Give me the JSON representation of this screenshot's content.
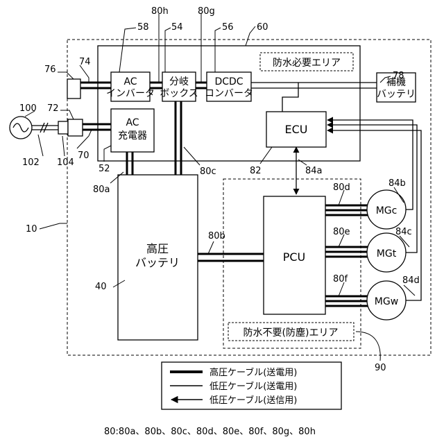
{
  "refs": {
    "r10": "10",
    "r40": "40",
    "r52": "52",
    "r54": "54",
    "r56": "56",
    "r58": "58",
    "r60": "60",
    "r70": "70",
    "r72": "72",
    "r74": "74",
    "r76": "76",
    "r78": "78",
    "r80a": "80a",
    "r80b": "80b",
    "r80c": "80c",
    "r80d": "80d",
    "r80e": "80e",
    "r80f": "80f",
    "r80g": "80g",
    "r80h": "80h",
    "r82": "82",
    "r84a": "84a",
    "r84b": "84b",
    "r84c": "84c",
    "r84d": "84d",
    "r90": "90",
    "r100": "100",
    "r102": "102",
    "r104": "104"
  },
  "boxes": {
    "ac_inverter": [
      "AC",
      "インバータ"
    ],
    "branch_box": [
      "分岐",
      "ボックス"
    ],
    "dcdc_converter": [
      "DCDC",
      "コンバータ"
    ],
    "aux_battery": [
      "補機",
      "バッテリ"
    ],
    "ac_charger": [
      "AC",
      "充電器"
    ],
    "ecu": "ECU",
    "hv_battery": [
      "高圧",
      "バッテリ"
    ],
    "pcu": "PCU",
    "mgc": "MGc",
    "mgt": "MGt",
    "mgw": "MGw"
  },
  "areas": {
    "waterproof_required": "防水必要エリア",
    "waterproof_not_required": "防水不要(防塵)エリア"
  },
  "legend": {
    "high_voltage": "高圧ケーブル(送電用)",
    "low_voltage_power": "低圧ケーブル(送電用)",
    "low_voltage_signal": "低圧ケーブル(送信用)"
  },
  "footnote": "80:80a、80b、80c、80d、80e、80f、80g、80h",
  "colors": {
    "line": "#000000",
    "background": "#ffffff"
  }
}
